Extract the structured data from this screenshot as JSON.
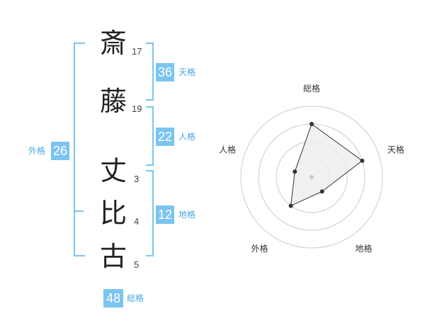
{
  "name": {
    "surname": [
      {
        "char": "斎",
        "strokes": "17"
      },
      {
        "char": "藤",
        "strokes": "19"
      }
    ],
    "given": [
      {
        "char": "丈",
        "strokes": "3"
      },
      {
        "char": "比",
        "strokes": "4"
      },
      {
        "char": "古",
        "strokes": "5"
      }
    ]
  },
  "fortune": {
    "tenkaku": {
      "value": "36",
      "label": "天格"
    },
    "jinkaku": {
      "value": "22",
      "label": "人格"
    },
    "chikaku": {
      "value": "12",
      "label": "地格"
    },
    "gaikaku": {
      "value": "26",
      "label": "外格"
    },
    "soukaku": {
      "value": "48",
      "label": "総格"
    }
  },
  "radar": {
    "axes": [
      "総格",
      "天格",
      "地格",
      "外格",
      "人格"
    ],
    "scale_max": 4,
    "values": [
      3,
      3,
      1,
      2,
      1
    ],
    "colors": {
      "ring": "#cccccc",
      "fill": "#eeeeee",
      "line": "#333333",
      "point": "#333333",
      "center": "#cccccc"
    }
  },
  "colors": {
    "accent": "#7cc4f0",
    "accent_text": "#4aa8e0"
  }
}
